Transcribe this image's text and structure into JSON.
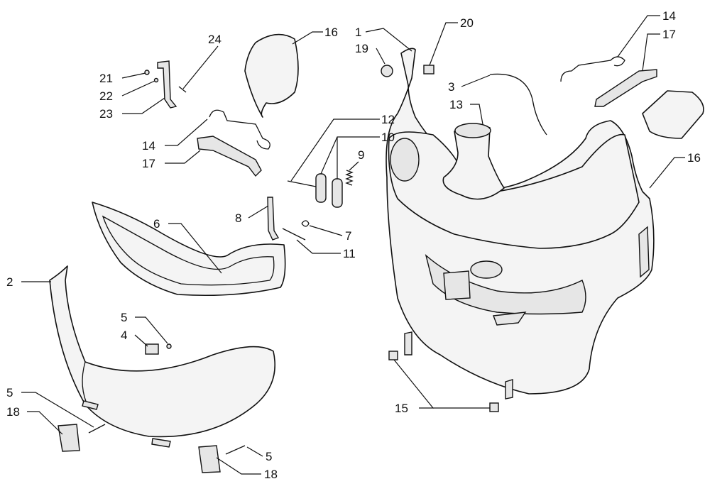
{
  "diagram": {
    "type": "exploded-parts-diagram",
    "callouts": {
      "c24": "24",
      "c16a": "16",
      "c21": "21",
      "c22": "22",
      "c23": "23",
      "c14a": "14",
      "c17a": "17",
      "c12": "12",
      "c10": "10",
      "c9": "9",
      "c8": "8",
      "c6": "6",
      "c7": "7",
      "c11": "11",
      "c2": "2",
      "c5a": "5",
      "c4": "4",
      "c5b": "5",
      "c18a": "18",
      "c5c": "5",
      "c18b": "18",
      "c1": "1",
      "c19": "19",
      "c20": "20",
      "c3": "3",
      "c13": "13",
      "c14b": "14",
      "c17b": "17",
      "c16b": "16",
      "c15": "15"
    }
  }
}
